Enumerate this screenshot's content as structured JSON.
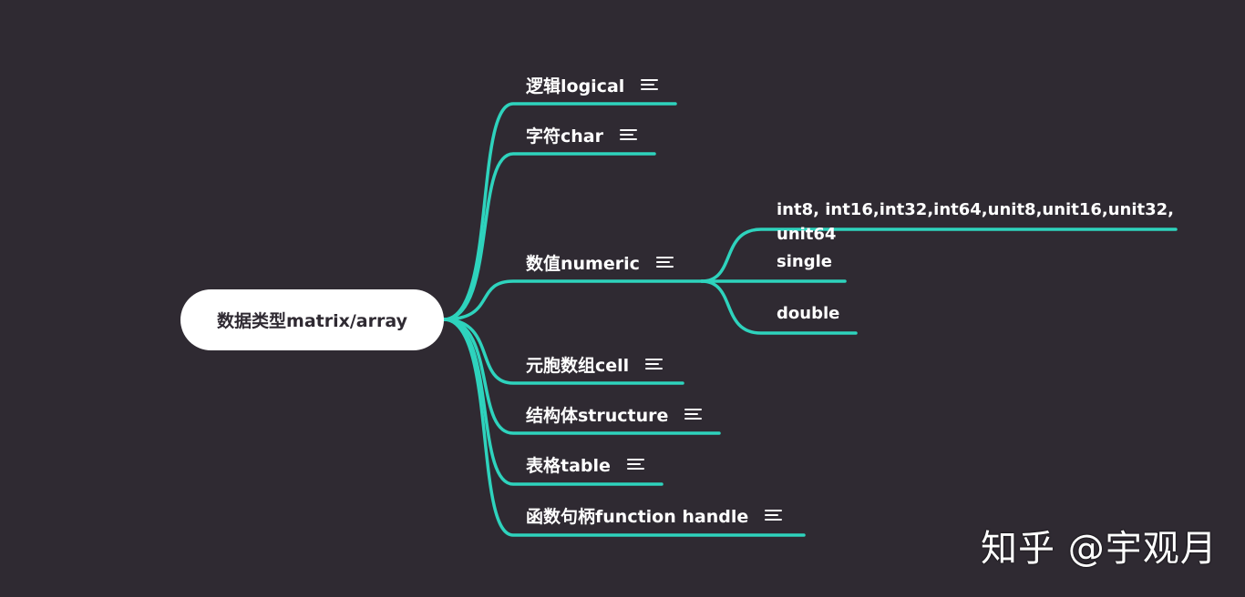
{
  "root": {
    "label": "数据类型matrix/array"
  },
  "branches": [
    {
      "label": "逻辑logical",
      "has_notes": true
    },
    {
      "label": "字符char",
      "has_notes": true
    },
    {
      "label": "数值numeric",
      "has_notes": true,
      "children": [
        {
          "label": "int8, int16,int32,int64,unit8,unit16,unit32,\nunit64"
        },
        {
          "label": "single"
        },
        {
          "label": "double"
        }
      ]
    },
    {
      "label": "元胞数组cell",
      "has_notes": true
    },
    {
      "label": "结构体structure",
      "has_notes": true
    },
    {
      "label": "表格table",
      "has_notes": true
    },
    {
      "label": "函数句柄function handle",
      "has_notes": true
    }
  ],
  "watermark": "知乎 @宇观月",
  "colors": {
    "background": "#2f2a32",
    "connector": "#2ed3bd",
    "root_fill": "#ffffff",
    "text": "#ffffff"
  },
  "icons": {
    "notes": "notes-lines-icon"
  }
}
